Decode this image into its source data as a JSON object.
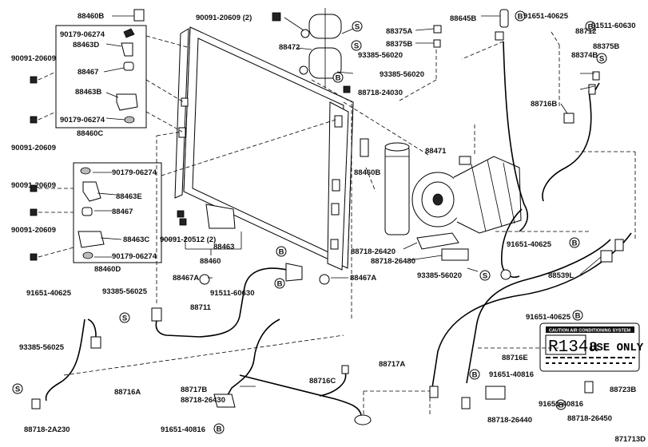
{
  "diagram_id": "871713D",
  "caution": {
    "header": "CAUTION  AIR CONDITIONING SYSTEM",
    "refrigerant": "R134a",
    "use_only": "USE ONLY"
  },
  "callouts": [
    {
      "id": "c1",
      "text": "88460B"
    },
    {
      "id": "c2",
      "text": "90179-06274"
    },
    {
      "id": "c3",
      "text": "88463D"
    },
    {
      "id": "c4",
      "text": "90091-20609"
    },
    {
      "id": "c5",
      "text": "88467"
    },
    {
      "id": "c6",
      "text": "88463B"
    },
    {
      "id": "c7",
      "text": "90179-06274"
    },
    {
      "id": "c8",
      "text": "90091-20609"
    },
    {
      "id": "c9",
      "text": "88460C"
    },
    {
      "id": "c10",
      "text": "90091-20609 (2)"
    },
    {
      "id": "c11",
      "text": "88472"
    },
    {
      "id": "c12",
      "text": "93385-56020"
    },
    {
      "id": "c13",
      "text": "93385-56020"
    },
    {
      "id": "c14",
      "text": "88718-24030"
    },
    {
      "id": "c15",
      "text": "88375A"
    },
    {
      "id": "c16",
      "text": "88375B"
    },
    {
      "id": "c17",
      "text": "88645B"
    },
    {
      "id": "c18",
      "text": "91651-40625"
    },
    {
      "id": "c19",
      "text": "88712"
    },
    {
      "id": "c20",
      "text": "91511-60630"
    },
    {
      "id": "c21",
      "text": "88375B"
    },
    {
      "id": "c22",
      "text": "88374B"
    },
    {
      "id": "c23",
      "text": "88716B"
    },
    {
      "id": "c24",
      "text": "88471"
    },
    {
      "id": "c25",
      "text": "88460B"
    },
    {
      "id": "c26",
      "text": "90179-06274"
    },
    {
      "id": "c27",
      "text": "90091-20609"
    },
    {
      "id": "c28",
      "text": "88463E"
    },
    {
      "id": "c29",
      "text": "88467"
    },
    {
      "id": "c30",
      "text": "90091-20609"
    },
    {
      "id": "c31",
      "text": "88463C"
    },
    {
      "id": "c32",
      "text": "90179-06274"
    },
    {
      "id": "c33",
      "text": "88460D"
    },
    {
      "id": "c34",
      "text": "90091-20512 (2)"
    },
    {
      "id": "c35",
      "text": "88463"
    },
    {
      "id": "c36",
      "text": "88460"
    },
    {
      "id": "c37",
      "text": "88718-26420"
    },
    {
      "id": "c38",
      "text": "88718-26480"
    },
    {
      "id": "c39",
      "text": "93385-56020"
    },
    {
      "id": "c40",
      "text": "91651-40625"
    },
    {
      "id": "c41",
      "text": "88539L"
    },
    {
      "id": "c42",
      "text": "88467A"
    },
    {
      "id": "c43",
      "text": "91511-60630"
    },
    {
      "id": "c44",
      "text": "88467A"
    },
    {
      "id": "c45",
      "text": "91651-40625"
    },
    {
      "id": "c46",
      "text": "93385-56025"
    },
    {
      "id": "c47",
      "text": "88711"
    },
    {
      "id": "c48",
      "text": "91651-40625"
    },
    {
      "id": "c49",
      "text": "93385-56025"
    },
    {
      "id": "c50",
      "text": "88716E"
    },
    {
      "id": "c51",
      "text": "88717A"
    },
    {
      "id": "c52",
      "text": "91651-40816"
    },
    {
      "id": "c53",
      "text": "88716C"
    },
    {
      "id": "c54",
      "text": "88723B"
    },
    {
      "id": "c55",
      "text": "88716A"
    },
    {
      "id": "c56",
      "text": "88717B"
    },
    {
      "id": "c57",
      "text": "88718-26430"
    },
    {
      "id": "c58",
      "text": "91651-40816"
    },
    {
      "id": "c59",
      "text": "88718-2A230"
    },
    {
      "id": "c60",
      "text": "88718-26440"
    },
    {
      "id": "c61",
      "text": "91651-40816"
    },
    {
      "id": "c62",
      "text": "88718-26450"
    }
  ],
  "markers": [
    {
      "id": "m1",
      "text": "S"
    },
    {
      "id": "m2",
      "text": "S"
    },
    {
      "id": "m3",
      "text": "B"
    },
    {
      "id": "m4",
      "text": "B"
    },
    {
      "id": "m5",
      "text": "B"
    },
    {
      "id": "m6",
      "text": "S"
    },
    {
      "id": "m7",
      "text": "B"
    },
    {
      "id": "m8",
      "text": "B"
    },
    {
      "id": "m9",
      "text": "S"
    },
    {
      "id": "m10",
      "text": "S"
    },
    {
      "id": "m11",
      "text": "B"
    },
    {
      "id": "m12",
      "text": "B"
    },
    {
      "id": "m13",
      "text": "S"
    },
    {
      "id": "m14",
      "text": "B"
    },
    {
      "id": "m15",
      "text": "B"
    },
    {
      "id": "m16",
      "text": "B"
    }
  ]
}
